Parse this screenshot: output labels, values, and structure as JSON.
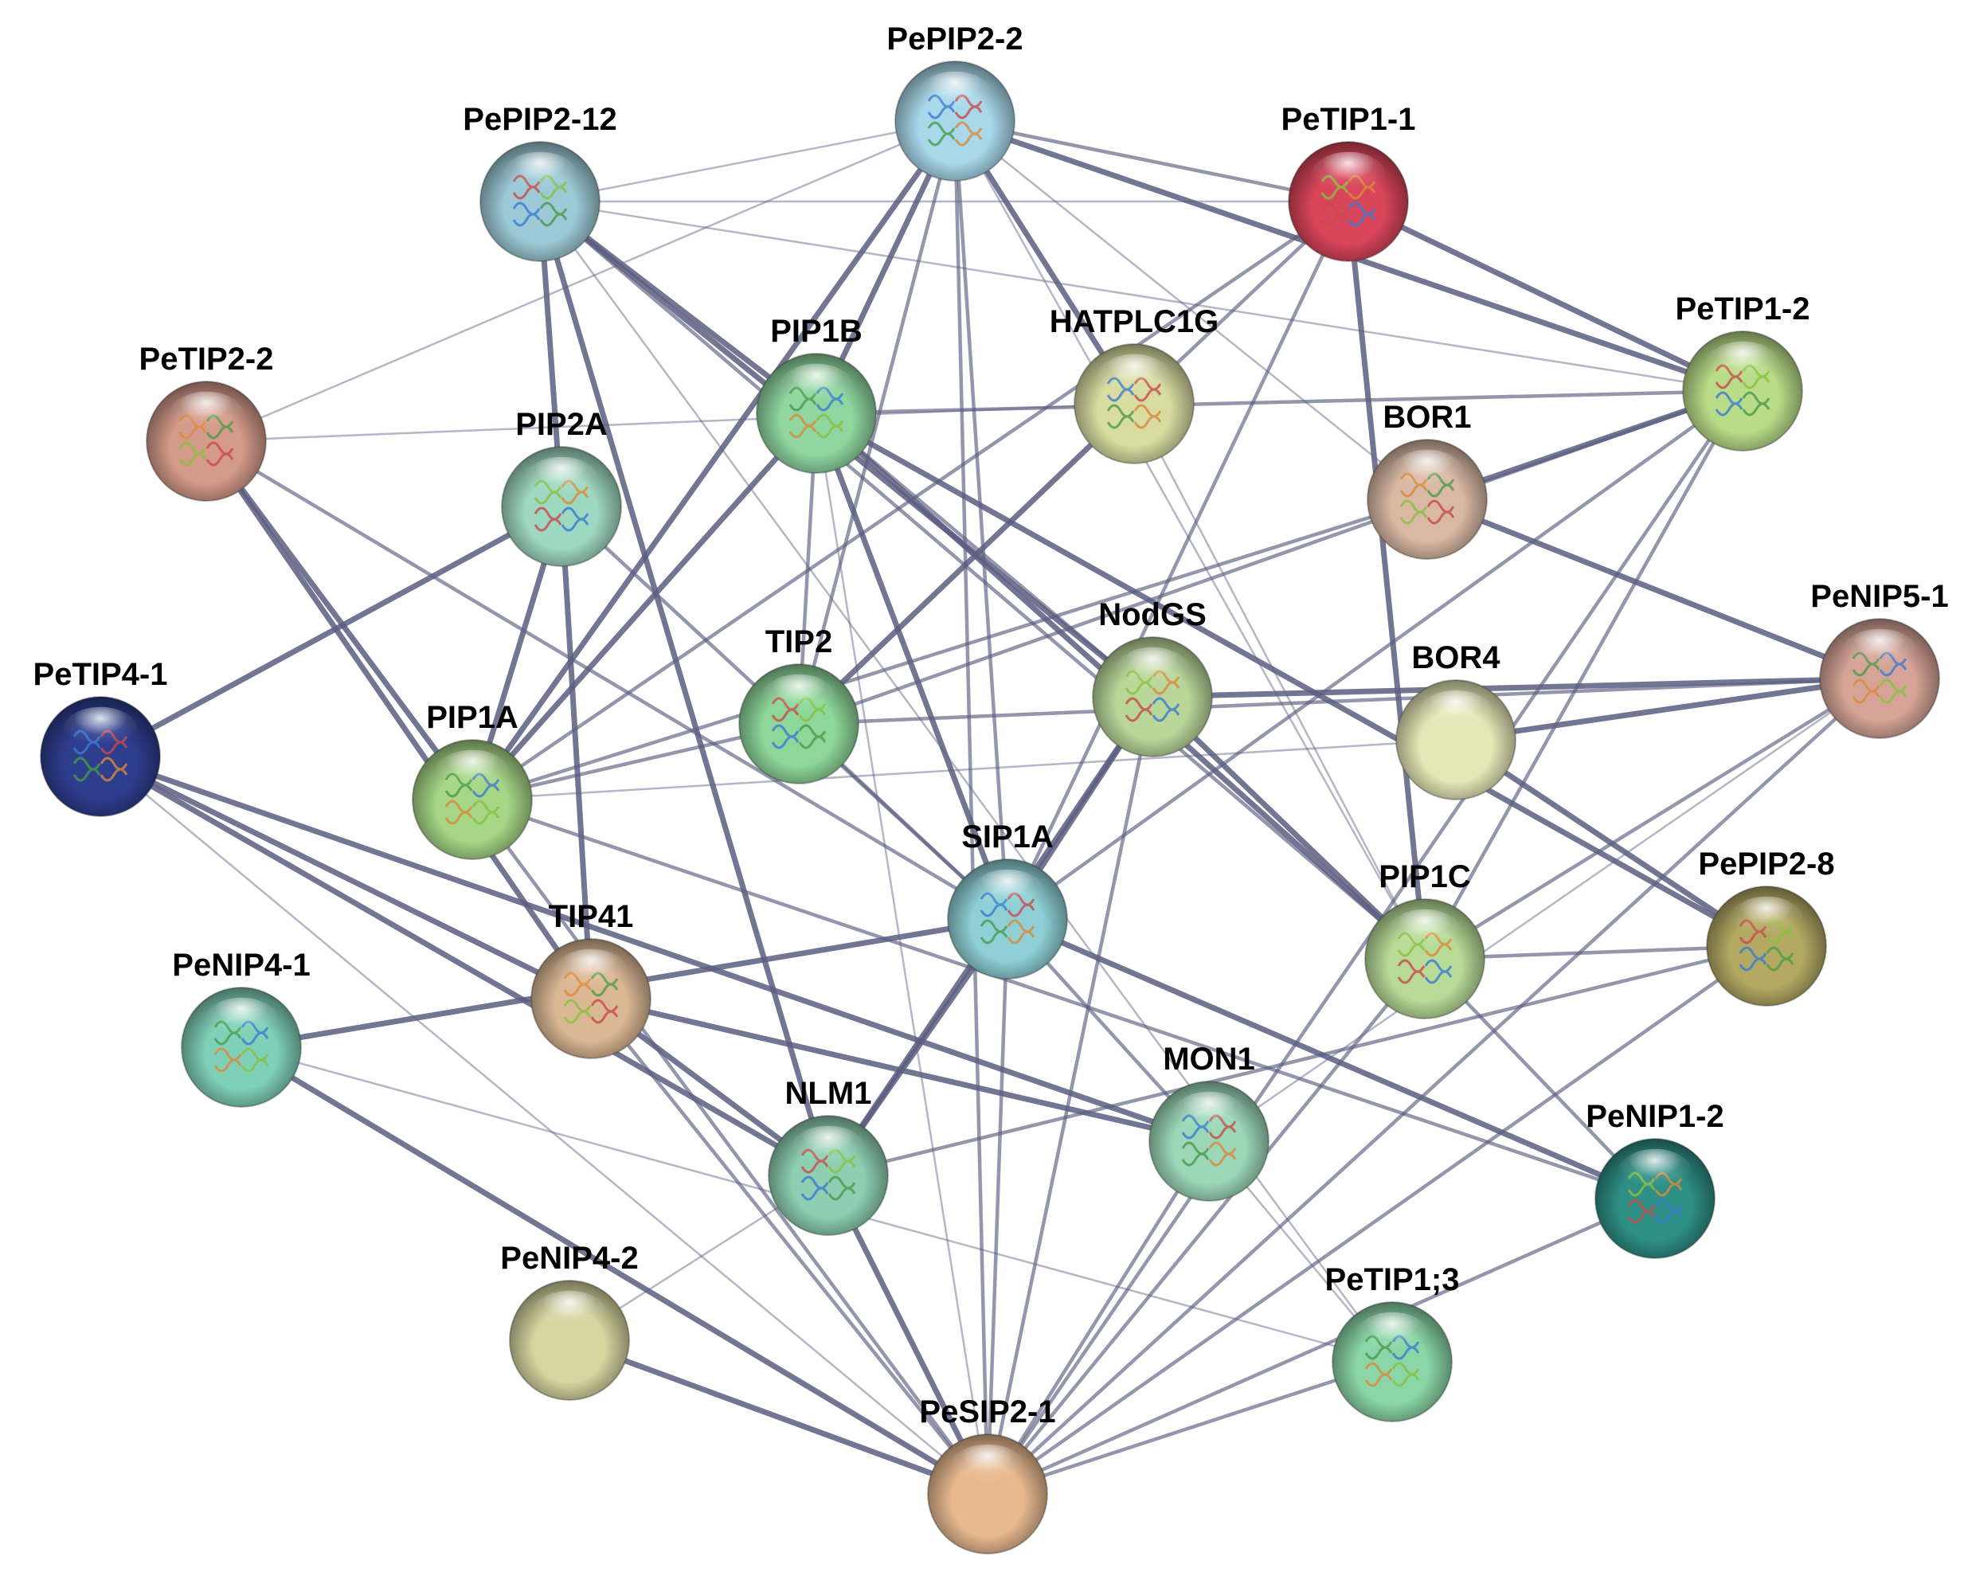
{
  "colors": {
    "edge": "#5a5e80",
    "background": "#ffffff"
  },
  "nodes": [
    {
      "id": "PePIP2-2",
      "label": "PePIP2-2",
      "color": "#a8d8ea",
      "texture": "protein-structure"
    },
    {
      "id": "PePIP2-12",
      "label": "PePIP2-12",
      "color": "#9cc9d6",
      "texture": "protein-structure"
    },
    {
      "id": "PeTIP1-1",
      "label": "PeTIP1-1",
      "color": "#d9455a",
      "texture": "protein-structure"
    },
    {
      "id": "PeTIP2-2",
      "label": "PeTIP2-2",
      "color": "#d49a8a",
      "texture": "protein-structure"
    },
    {
      "id": "PIP1B",
      "label": "PIP1B",
      "color": "#8fd6a0",
      "texture": "protein-structure"
    },
    {
      "id": "HATPLC1G",
      "label": "HATPLC1G",
      "color": "#d8dca0",
      "texture": "protein-structure"
    },
    {
      "id": "PeTIP1-2",
      "label": "PeTIP1-2",
      "color": "#b9dc88",
      "texture": "protein-structure"
    },
    {
      "id": "PIP2A",
      "label": "PIP2A",
      "color": "#9fd8c0",
      "texture": "protein-structure"
    },
    {
      "id": "BOR1",
      "label": "BOR1",
      "color": "#d9b9a4",
      "texture": "protein-structure"
    },
    {
      "id": "PeNIP5-1",
      "label": "PeNIP5-1",
      "color": "#d6a497",
      "texture": "protein-structure"
    },
    {
      "id": "PeTIP4-1",
      "label": "PeTIP4-1",
      "color": "#2e3d8e",
      "texture": "protein-structure"
    },
    {
      "id": "TIP2",
      "label": "TIP2",
      "color": "#8ed79a",
      "texture": "protein-structure"
    },
    {
      "id": "NodGS",
      "label": "NodGS",
      "color": "#bad79a",
      "texture": "protein-structure"
    },
    {
      "id": "BOR4",
      "label": "BOR4",
      "color": "#e6e6b6",
      "texture": "none"
    },
    {
      "id": "PIP1A",
      "label": "PIP1A",
      "color": "#a6d686",
      "texture": "protein-structure"
    },
    {
      "id": "SIP1A",
      "label": "SIP1A",
      "color": "#8ed0d6",
      "texture": "protein-structure"
    },
    {
      "id": "PePIP2-8",
      "label": "PePIP2-8",
      "color": "#b3a963",
      "texture": "protein-structure"
    },
    {
      "id": "PIP1C",
      "label": "PIP1C",
      "color": "#b8dc98",
      "texture": "protein-structure"
    },
    {
      "id": "TIP41",
      "label": "TIP41",
      "color": "#dbb894",
      "texture": "protein-structure"
    },
    {
      "id": "PeNIP4-1",
      "label": "PeNIP4-1",
      "color": "#7fd0b8",
      "texture": "protein-structure"
    },
    {
      "id": "MON1",
      "label": "MON1",
      "color": "#9cd8b8",
      "texture": "protein-structure"
    },
    {
      "id": "NLM1",
      "label": "NLM1",
      "color": "#8dcfb0",
      "texture": "protein-structure"
    },
    {
      "id": "PeNIP1-2",
      "label": "PeNIP1-2",
      "color": "#2e8f86",
      "texture": "protein-structure"
    },
    {
      "id": "PeNIP4-2",
      "label": "PeNIP4-2",
      "color": "#d6d49f",
      "texture": "none"
    },
    {
      "id": "PeTIP1;3",
      "label": "PeTIP1;3",
      "color": "#8ad6a6",
      "texture": "protein-structure"
    },
    {
      "id": "PeSIP2-1",
      "label": "PeSIP2-1",
      "color": "#e8b98f",
      "texture": "none"
    }
  ],
  "edges": [
    {
      "source": "PePIP2-2",
      "target": "PIP1B",
      "weight": 3
    },
    {
      "source": "PePIP2-2",
      "target": "PIP1A",
      "weight": 3
    },
    {
      "source": "PePIP2-2",
      "target": "TIP2",
      "weight": 2
    },
    {
      "source": "PePIP2-2",
      "target": "SIP1A",
      "weight": 2
    },
    {
      "source": "PePIP2-2",
      "target": "HATPLC1G",
      "weight": 3
    },
    {
      "source": "PePIP2-2",
      "target": "PeTIP1-1",
      "weight": 2
    },
    {
      "source": "PePIP2-2",
      "target": "PeTIP1-2",
      "weight": 3
    },
    {
      "source": "PePIP2-2",
      "target": "PePIP2-12",
      "weight": 1
    },
    {
      "source": "PePIP2-2",
      "target": "PeTIP2-2",
      "weight": 1
    },
    {
      "source": "PePIP2-2",
      "target": "BOR1",
      "weight": 1
    },
    {
      "source": "PePIP2-2",
      "target": "PeSIP2-1",
      "weight": 2
    },
    {
      "source": "PePIP2-2",
      "target": "PIP1C",
      "weight": 1
    },
    {
      "source": "PePIP2-12",
      "target": "PIP2A",
      "weight": 3
    },
    {
      "source": "PePIP2-12",
      "target": "PIP1B",
      "weight": 3
    },
    {
      "source": "PePIP2-12",
      "target": "NodGS",
      "weight": 3
    },
    {
      "source": "PePIP2-12",
      "target": "NLM1",
      "weight": 3
    },
    {
      "source": "PePIP2-12",
      "target": "PIP1C",
      "weight": 2
    },
    {
      "source": "PePIP2-12",
      "target": "PeTIP1-1",
      "weight": 1
    },
    {
      "source": "PePIP2-12",
      "target": "PeTIP1-2",
      "weight": 1
    },
    {
      "source": "PePIP2-12",
      "target": "PeTIP1;3",
      "weight": 1
    },
    {
      "source": "PeTIP1-1",
      "target": "PIP1A",
      "weight": 2
    },
    {
      "source": "PeTIP1-1",
      "target": "PIP1C",
      "weight": 3
    },
    {
      "source": "PeTIP1-1",
      "target": "SIP1A",
      "weight": 2
    },
    {
      "source": "PeTIP1-1",
      "target": "PeTIP1-2",
      "weight": 3
    },
    {
      "source": "PeTIP1-1",
      "target": "HATPLC1G",
      "weight": 2
    },
    {
      "source": "PeTIP2-2",
      "target": "PIP1A",
      "weight": 3
    },
    {
      "source": "PeTIP2-2",
      "target": "HATPLC1G",
      "weight": 1
    },
    {
      "source": "PeTIP2-2",
      "target": "SIP1A",
      "weight": 2
    },
    {
      "source": "PeTIP2-2",
      "target": "TIP41",
      "weight": 3
    },
    {
      "source": "PIP1B",
      "target": "PIP1A",
      "weight": 3
    },
    {
      "source": "PIP1B",
      "target": "TIP2",
      "weight": 2
    },
    {
      "source": "PIP1B",
      "target": "SIP1A",
      "weight": 3
    },
    {
      "source": "PIP1B",
      "target": "PIP1C",
      "weight": 3
    },
    {
      "source": "PIP1B",
      "target": "NodGS",
      "weight": 2
    },
    {
      "source": "PIP1B",
      "target": "PeTIP1-2",
      "weight": 2
    },
    {
      "source": "PIP1B",
      "target": "PeSIP2-1",
      "weight": 1
    },
    {
      "source": "PIP1B",
      "target": "PePIP2-8",
      "weight": 3
    },
    {
      "source": "HATPLC1G",
      "target": "TIP2",
      "weight": 3
    },
    {
      "source": "HATPLC1G",
      "target": "PIP1C",
      "weight": 1
    },
    {
      "source": "PIP2A",
      "target": "PeTIP4-1",
      "weight": 3
    },
    {
      "source": "PIP2A",
      "target": "PIP1A",
      "weight": 3
    },
    {
      "source": "PIP2A",
      "target": "TIP41",
      "weight": 3
    },
    {
      "source": "PIP2A",
      "target": "SIP1A",
      "weight": 2
    },
    {
      "source": "PeTIP1-2",
      "target": "BOR1",
      "weight": 3
    },
    {
      "source": "PeTIP1-2",
      "target": "TIP2",
      "weight": 2
    },
    {
      "source": "PeTIP1-2",
      "target": "SIP1A",
      "weight": 2
    },
    {
      "source": "PeTIP1-2",
      "target": "PeSIP2-1",
      "weight": 2
    },
    {
      "source": "PeTIP1-2",
      "target": "PIP1C",
      "weight": 2
    },
    {
      "source": "BOR1",
      "target": "PeNIP5-1",
      "weight": 3
    },
    {
      "source": "BOR1",
      "target": "PIP1A",
      "weight": 2
    },
    {
      "source": "PeNIP5-1",
      "target": "NodGS",
      "weight": 3
    },
    {
      "source": "PeNIP5-1",
      "target": "BOR4",
      "weight": 3
    },
    {
      "source": "PeNIP5-1",
      "target": "PIP1C",
      "weight": 2
    },
    {
      "source": "PeNIP5-1",
      "target": "TIP2",
      "weight": 2
    },
    {
      "source": "PeNIP5-1",
      "target": "PeSIP2-1",
      "weight": 2
    },
    {
      "source": "PeNIP5-1",
      "target": "MON1",
      "weight": 1
    },
    {
      "source": "PeTIP4-1",
      "target": "TIP41",
      "weight": 3
    },
    {
      "source": "PeTIP4-1",
      "target": "MON1",
      "weight": 3
    },
    {
      "source": "PeTIP4-1",
      "target": "NLM1",
      "weight": 3
    },
    {
      "source": "PeTIP4-1",
      "target": "PeSIP2-1",
      "weight": 1
    },
    {
      "source": "TIP2",
      "target": "PIP1A",
      "weight": 2
    },
    {
      "source": "TIP2",
      "target": "SIP1A",
      "weight": 2
    },
    {
      "source": "NodGS",
      "target": "SIP1A",
      "weight": 3
    },
    {
      "source": "NodGS",
      "target": "PIP1C",
      "weight": 3
    },
    {
      "source": "NodGS",
      "target": "NLM1",
      "weight": 3
    },
    {
      "source": "NodGS",
      "target": "PeSIP2-1",
      "weight": 2
    },
    {
      "source": "BOR4",
      "target": "PePIP2-8",
      "weight": 3
    },
    {
      "source": "BOR4",
      "target": "PIP1A",
      "weight": 1
    },
    {
      "source": "PIP1A",
      "target": "PeNIP1-2",
      "weight": 2
    },
    {
      "source": "PIP1A",
      "target": "PeSIP2-1",
      "weight": 2
    },
    {
      "source": "SIP1A",
      "target": "PeNIP4-1",
      "weight": 3
    },
    {
      "source": "SIP1A",
      "target": "NLM1",
      "weight": 3
    },
    {
      "source": "SIP1A",
      "target": "PeNIP1-2",
      "weight": 3
    },
    {
      "source": "SIP1A",
      "target": "PeSIP2-1",
      "weight": 2
    },
    {
      "source": "SIP1A",
      "target": "MON1",
      "weight": 2
    },
    {
      "source": "PePIP2-8",
      "target": "PIP1C",
      "weight": 2
    },
    {
      "source": "PePIP2-8",
      "target": "NLM1",
      "weight": 2
    },
    {
      "source": "PePIP2-8",
      "target": "PeSIP2-1",
      "weight": 2
    },
    {
      "source": "PIP1C",
      "target": "PeNIP1-2",
      "weight": 2
    },
    {
      "source": "PIP1C",
      "target": "PeSIP2-1",
      "weight": 2
    },
    {
      "source": "TIP41",
      "target": "NLM1",
      "weight": 3
    },
    {
      "source": "TIP41",
      "target": "MON1",
      "weight": 3
    },
    {
      "source": "PeNIP4-1",
      "target": "PeSIP2-1",
      "weight": 3
    },
    {
      "source": "PeNIP4-1",
      "target": "PeTIP1;3",
      "weight": 1
    },
    {
      "source": "MON1",
      "target": "PeSIP2-1",
      "weight": 2
    },
    {
      "source": "MON1",
      "target": "PeTIP1;3",
      "weight": 1
    },
    {
      "source": "NLM1",
      "target": "PeSIP2-1",
      "weight": 3
    },
    {
      "source": "NLM1",
      "target": "PeNIP4-2",
      "weight": 1
    },
    {
      "source": "PeNIP1-2",
      "target": "PeSIP2-1",
      "weight": 2
    },
    {
      "source": "PeNIP4-2",
      "target": "PeSIP2-1",
      "weight": 3
    },
    {
      "source": "PeTIP1;3",
      "target": "PeSIP2-1",
      "weight": 2
    },
    {
      "source": "TIP41",
      "target": "PeSIP2-1",
      "weight": 2
    }
  ]
}
